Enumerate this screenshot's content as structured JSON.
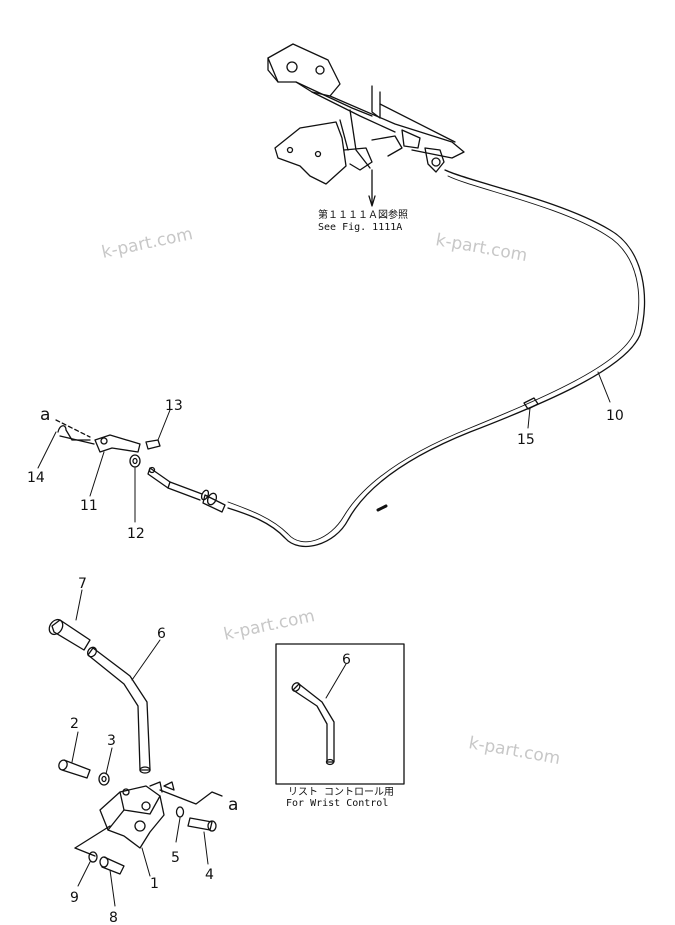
{
  "reference": {
    "line1": "第１１１１Ａ図参照",
    "line2": "See Fig. 1111A"
  },
  "inset": {
    "label_jp": "リスト コントロール用",
    "label_en": "For Wrist Control",
    "part": "6"
  },
  "callouts": {
    "p1": "1",
    "p2": "2",
    "p3": "3",
    "p4": "4",
    "p5": "5",
    "p6": "6",
    "p7": "7",
    "p8": "8",
    "p9": "9",
    "p10": "10",
    "p11": "11",
    "p12": "12",
    "p13": "13",
    "p14": "14",
    "p15": "15",
    "a_top": "a",
    "a_bottom": "a"
  },
  "watermark": "k-part.com"
}
